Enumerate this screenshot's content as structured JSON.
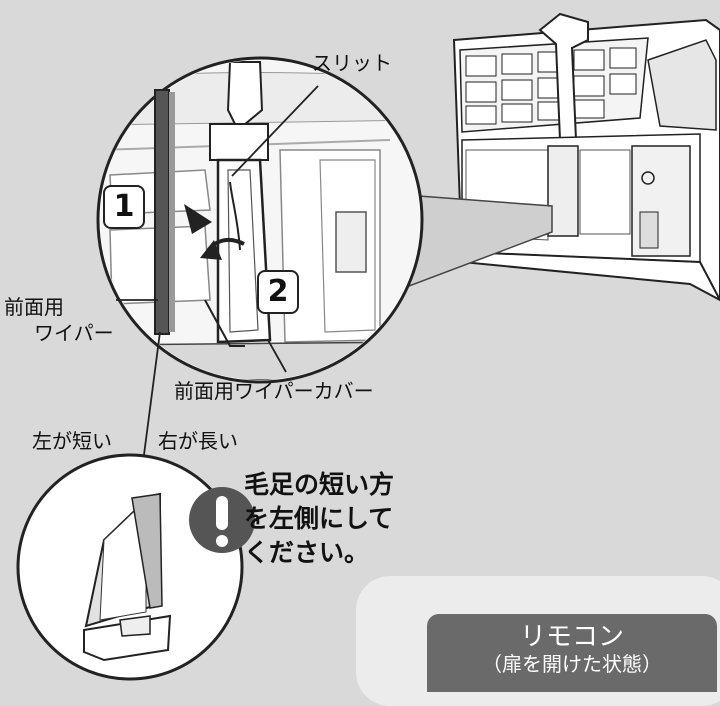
{
  "labels": {
    "slit": "スリット",
    "front_wiper_line1": "前面用",
    "front_wiper_line2": "ワイパー",
    "wiper_cover": "前面用ワイパーカバー",
    "left_short": "左が短い",
    "right_long": "右が長い"
  },
  "steps": {
    "step1": "1",
    "step2": "2"
  },
  "warning": {
    "line1": "毛足の短い方",
    "line2": "を左側にして",
    "line3": "ください。"
  },
  "remote": {
    "title": "リモコン",
    "subtitle": "（扉を開けた状態）"
  },
  "colors": {
    "background": "#d9d9d9",
    "line": "#222222",
    "badge": "#6a6a6a",
    "card": "#ececec"
  }
}
